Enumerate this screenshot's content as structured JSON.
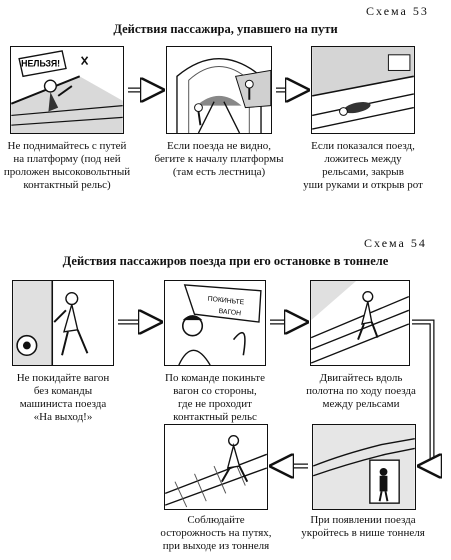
{
  "scheme53": {
    "label": "Схема 53",
    "title": "Действия пассажира, упавшего на пути",
    "panels": [
      {
        "sign_text": "НЕЛЬЗЯ!",
        "caption_lines": [
          "Не поднимайтесь с путей",
          "на платформу (под ней",
          "проложен высоковольтный",
          "контактный рельс)"
        ]
      },
      {
        "caption_lines": [
          "Если поезда не видно,",
          "бегите к началу платформы",
          "(там есть лестница)"
        ]
      },
      {
        "caption_lines": [
          "Если показался поезд,",
          "ложитесь между",
          "рельсами, закрыв",
          "уши руками и открыв рот"
        ]
      }
    ]
  },
  "scheme54": {
    "label": "Схема 54",
    "title": "Действия пассажиров поезда при его остановке в тоннеле",
    "panels": [
      {
        "caption_lines": [
          "Не покидайте вагон",
          "без команды",
          "машиниста поезда",
          "«На выход!»"
        ]
      },
      {
        "sign_text_1": "ПОКИНЬТЕ",
        "sign_text_2": "ВАГОН",
        "caption_lines": [
          "По команде покиньте",
          "вагон со стороны,",
          "где не проходит",
          "контактный рельс"
        ]
      },
      {
        "caption_lines": [
          "Двигайтесь вдоль",
          "полотна по ходу поезда",
          "между рельсами"
        ]
      },
      {
        "caption_lines": [
          "При появлении поезда",
          "укройтесь в нише тоннеля"
        ]
      },
      {
        "caption_lines": [
          "Соблюдайте",
          "осторожность на путях,",
          "при выходе из тоннеля"
        ]
      }
    ]
  }
}
